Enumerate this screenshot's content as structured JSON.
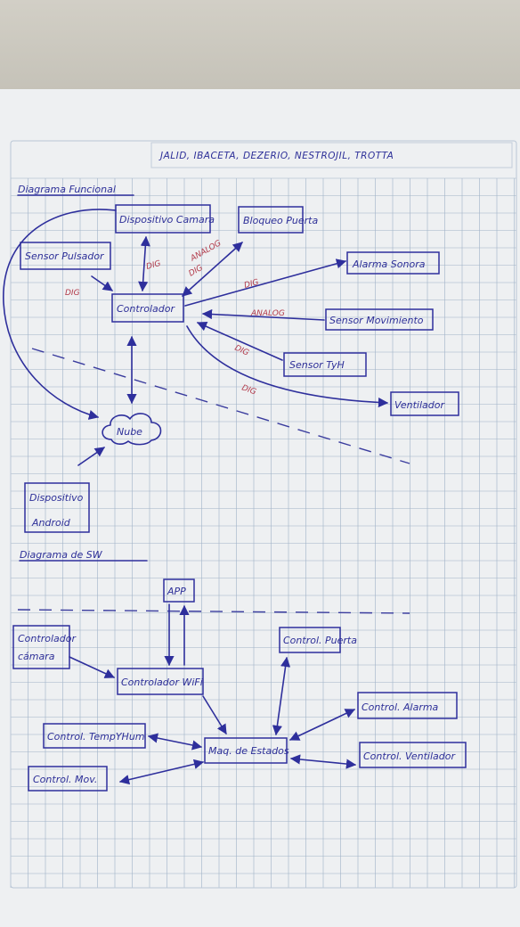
{
  "header": {
    "title": "JALID, IBACETA, DEZERIO, NESTROJIL, TROTTA"
  },
  "functional": {
    "heading": "Diagrama Funcional",
    "nodes": {
      "dispositivo_camara": "Dispositivo Camara",
      "bloqueo_puerta": "Bloqueo Puerta",
      "sensor_pulsador": "Sensor Pulsador",
      "alarma_sonora": "Alarma Sonora",
      "controlador": "Controlador",
      "sensor_movimiento": "Sensor Movimiento",
      "sensor_tyh": "Sensor TyH",
      "ventilador": "Ventilador",
      "nube": "Nube",
      "dispositivo_android_1": "Dispositivo",
      "dispositivo_android_2": "Android"
    },
    "signals": {
      "dig_camara": "DIG",
      "analog_puerta_1": "ANALOG",
      "analog_puerta_2": "DIG",
      "dig_pulsador": "DIG",
      "dig_alarma": "DIG",
      "analog_movimiento": "ANALOG",
      "dig_tyh": "DIG",
      "dig_ventilador": "DIG"
    }
  },
  "software": {
    "heading": "Diagrama de SW",
    "nodes": {
      "app": "APP",
      "controlador_camara_1": "Controlador",
      "controlador_camara_2": "cámara",
      "controlador_wifi": "Controlador WiFi",
      "control_puerta": "Control. Puerta",
      "control_alarma": "Control. Alarma",
      "control_tempyhum": "Control. TempYHum",
      "maq_estados": "Maq. de Estados",
      "control_ventilador": "Control. Ventilador",
      "control_mov": "Control. Mov."
    }
  },
  "colors": {
    "ink": "#2e2f9c",
    "red_ink": "#b23a4a",
    "paper": "#eef0f2",
    "grid": "#9fb1c6",
    "background": "#c9c6bd"
  }
}
